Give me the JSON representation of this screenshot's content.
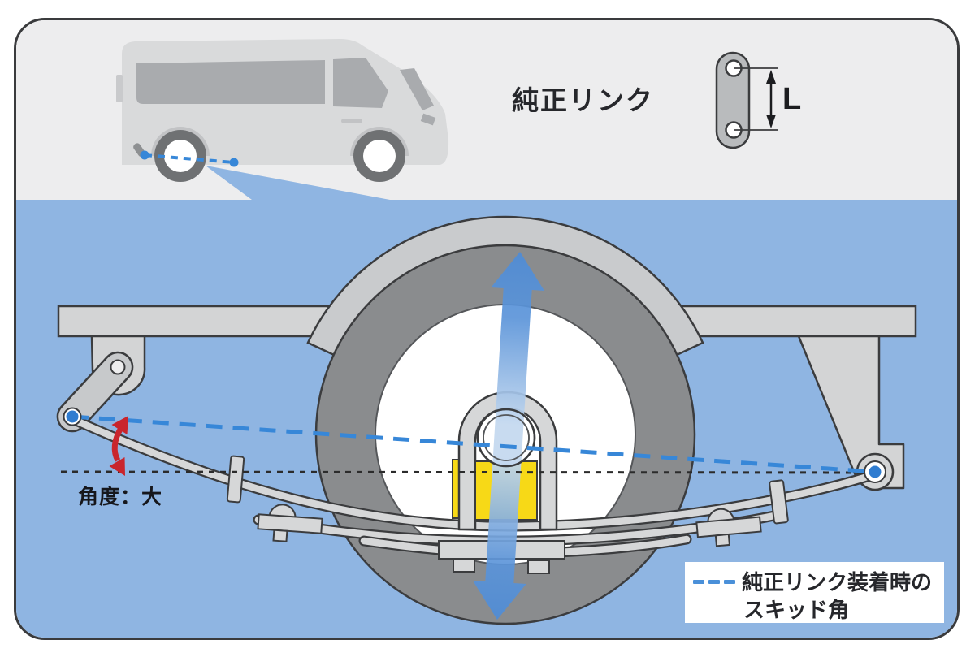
{
  "top_section": {
    "title": "純正リンク",
    "link_part": {
      "dimension_label": "L"
    }
  },
  "diagram": {
    "angle_label": "角度：大",
    "legend": {
      "line1": "純正リンク装着時の",
      "line2": "スキッド角"
    },
    "colors": {
      "background_blue": "#8fb5e2",
      "top_gray": "#ededee",
      "panel_border": "#3a3b3d",
      "dashed_line_blue": "#3787d8",
      "travel_arrow_blue": "#5b94d9",
      "angle_arrow_red": "#c9252c",
      "bump_stop_yellow": "#f7d917",
      "metal_gray": "#d6d7d8",
      "tire_gray": "#8a8c8e",
      "reference_line_black": "#2b2b2b"
    }
  }
}
